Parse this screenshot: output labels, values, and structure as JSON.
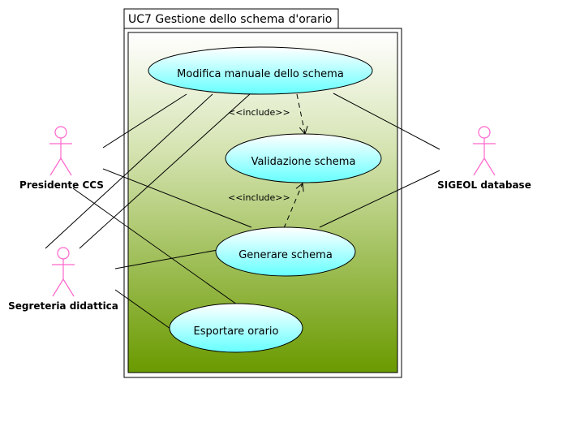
{
  "diagram": {
    "title": "UC7 Gestione dello schema d'orario",
    "include_label": "<<include>>",
    "colors": {
      "gradient_top": "#ffffff",
      "gradient_bottom": "#6a9a00",
      "usecase_fill_top": "#ffffff",
      "usecase_fill_bottom": "#66ffff",
      "actor_stroke": "#ff66cc"
    },
    "use_cases": {
      "modifica": "Modifica manuale dello schema",
      "validazione": "Validazione schema",
      "generare": "Generare schema",
      "esportare": "Esportare orario"
    },
    "actors": {
      "presidente": "Presidente CCS",
      "segreteria": "Segreteria didattica",
      "sigeol": "SIGEOL database"
    }
  }
}
